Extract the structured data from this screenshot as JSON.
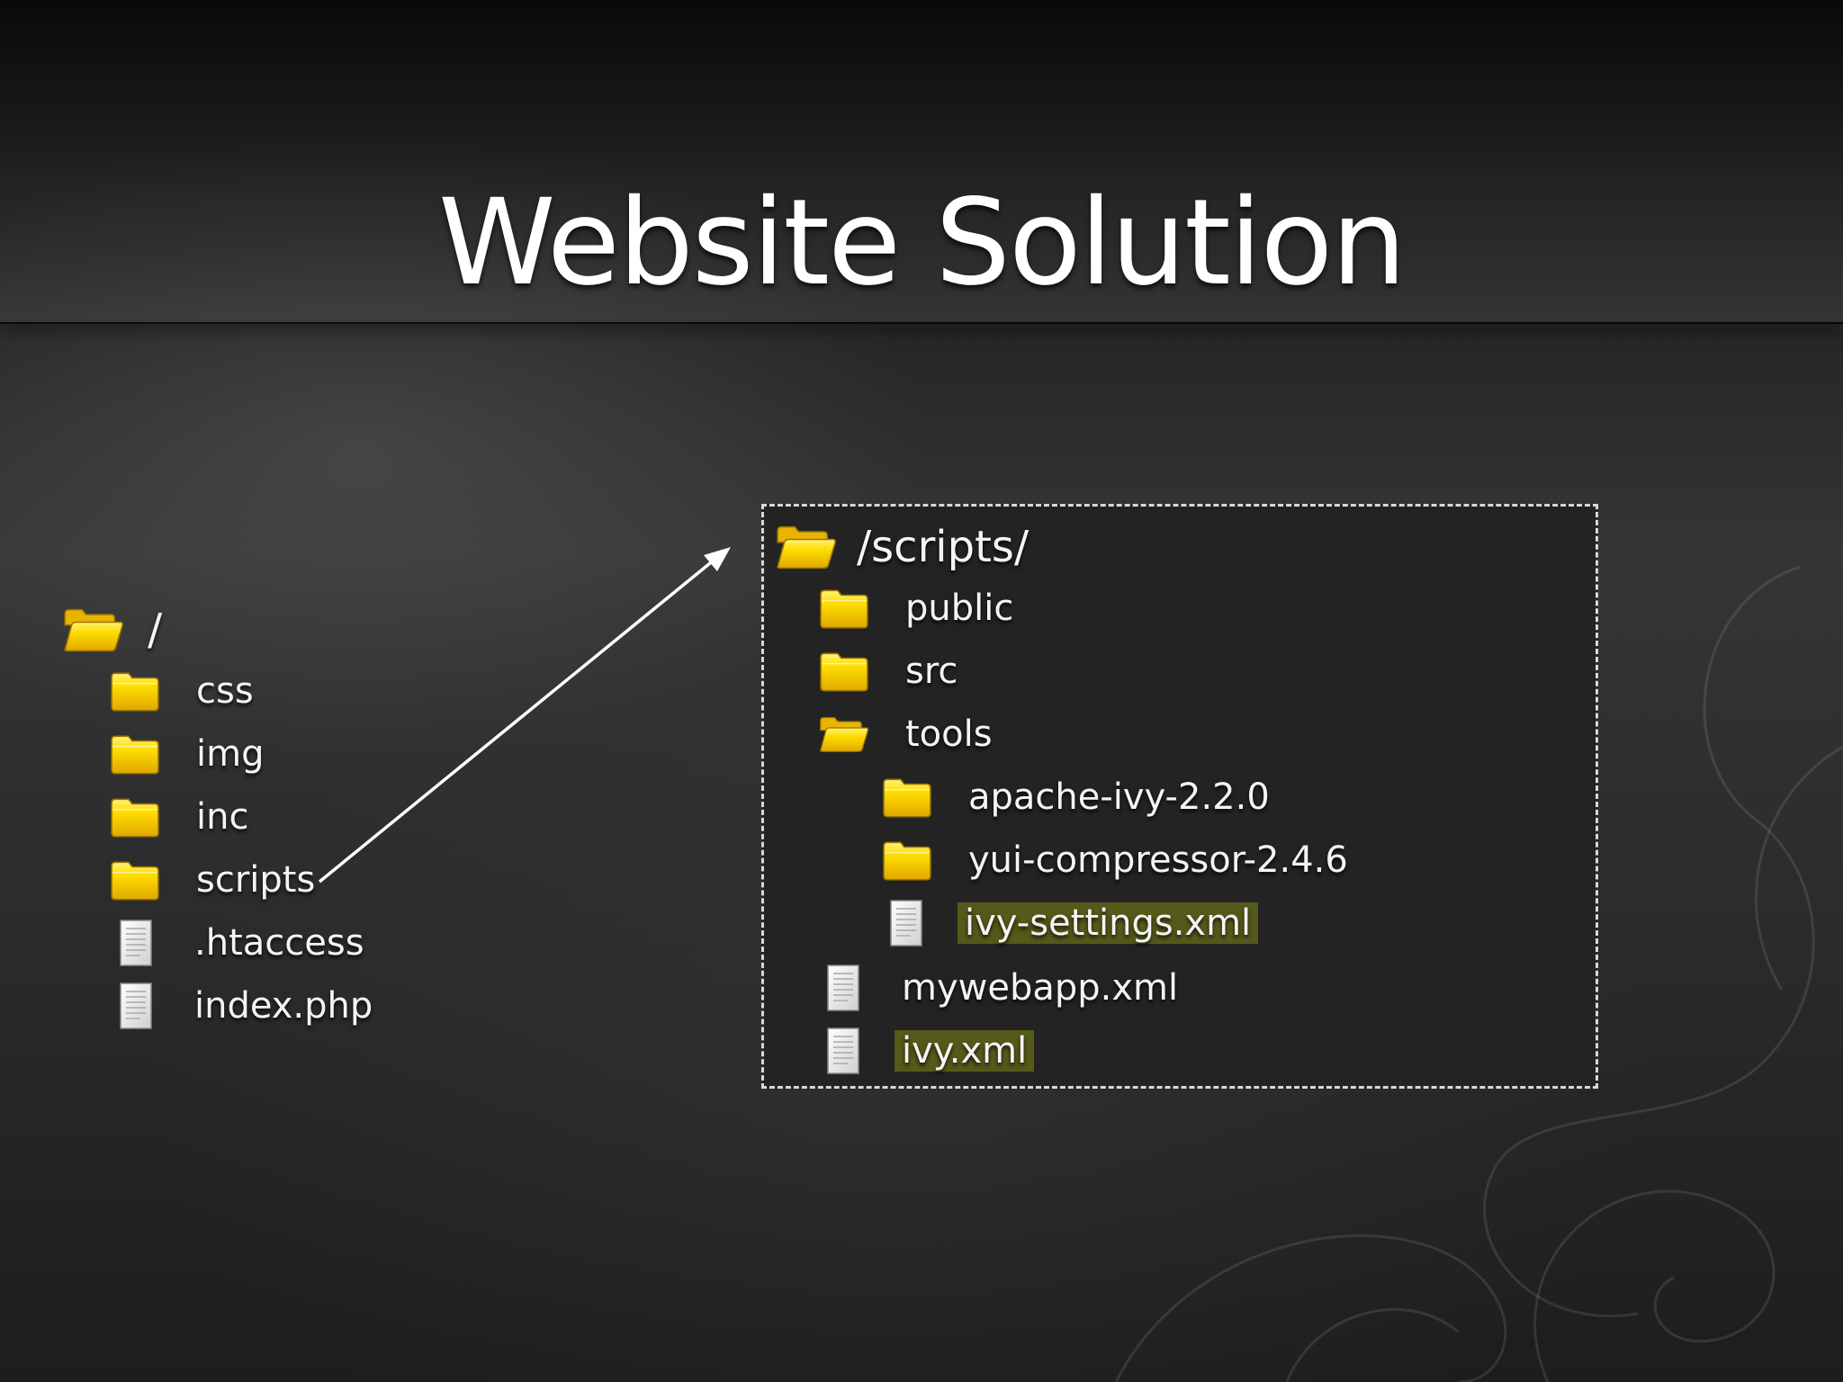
{
  "title": "Website Solution",
  "colors": {
    "folder": "#f8d000",
    "highlight": "#55591a",
    "box_bg": "#232323"
  },
  "left_tree": {
    "root": {
      "label": "/",
      "icon": "folder-open-icon"
    },
    "items": [
      {
        "label": "css",
        "icon": "folder-icon"
      },
      {
        "label": "img",
        "icon": "folder-icon"
      },
      {
        "label": "inc",
        "icon": "folder-icon"
      },
      {
        "label": "scripts",
        "icon": "folder-icon"
      },
      {
        "label": ".htaccess",
        "icon": "file-icon"
      },
      {
        "label": "index.php",
        "icon": "file-icon"
      }
    ]
  },
  "right_tree": {
    "root": {
      "label": "/scripts/",
      "icon": "folder-open-icon"
    },
    "items": [
      {
        "label": "public",
        "icon": "folder-icon"
      },
      {
        "label": "src",
        "icon": "folder-icon"
      },
      {
        "label": "tools",
        "icon": "folder-open-icon"
      },
      {
        "label": "apache-ivy-2.2.0",
        "icon": "folder-icon"
      },
      {
        "label": "yui-compressor-2.4.6",
        "icon": "folder-icon"
      },
      {
        "label": "ivy-settings.xml",
        "icon": "file-icon",
        "highlighted": true
      },
      {
        "label": "mywebapp.xml",
        "icon": "file-icon"
      },
      {
        "label": "ivy.xml",
        "icon": "file-icon",
        "highlighted": true
      }
    ]
  }
}
